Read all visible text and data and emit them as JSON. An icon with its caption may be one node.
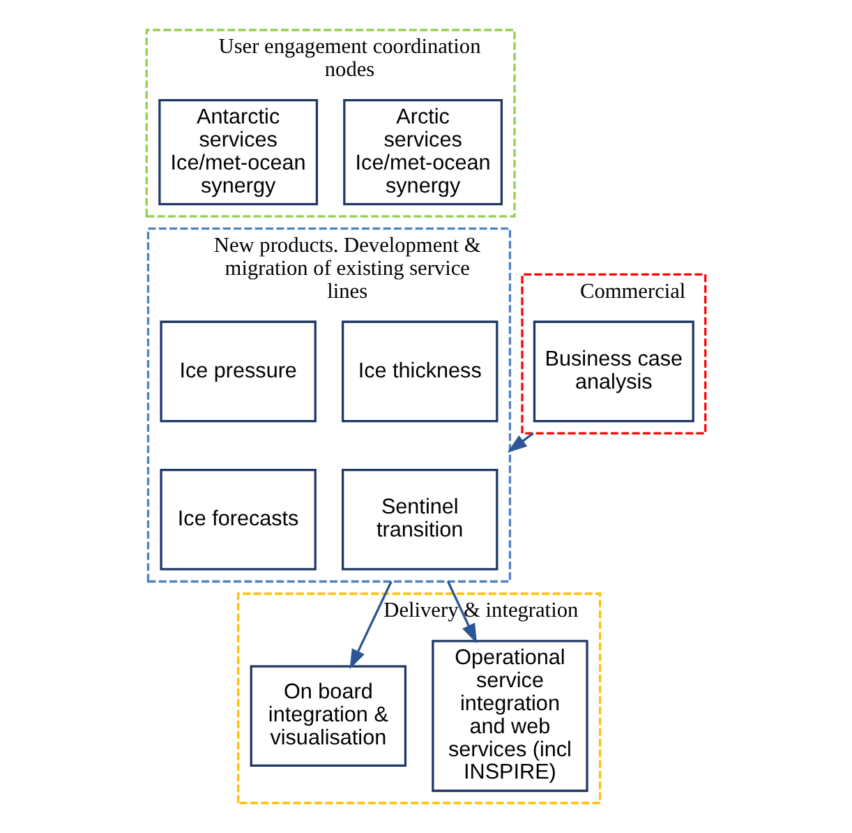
{
  "diagram": {
    "nodes": [
      {
        "text": [
          "User engagement coordination nodes"
        ]
      },
      {
        "text": [
          "Arctic services Ice/met-ocean synergy"
        ],
        "in": 0
      },
      {
        "text": [
          "Antarctic services Ice/met-ocean synergy"
        ],
        "in": 0
      },
      {
        "text": [
          "New products. Development & migration of existing service lines"
        ]
      },
      {
        "text": [
          "Ice pressure"
        ],
        "in": 3
      },
      {
        "text": [
          "Ice thickness"
        ],
        "in": 3
      },
      {
        "text": [
          "Ice forecasts"
        ],
        "in": 3
      },
      {
        "text": [
          "Sentinel transition"
        ],
        "in": 3
      },
      {
        "text": [
          "Commercial"
        ]
      },
      {
        "text": [
          "Business case analysis"
        ],
        "in": 8
      },
      {
        "text": [
          "Delivery & integration"
        ]
      },
      {
        "text": [
          "Operational service integration and web services (incl INSPIRE)"
        ],
        "in": 10
      },
      {
        "text": [
          "On board integration & visualisation"
        ],
        "in": 10
      }
    ],
    "edges": [
      {
        "from": 8,
        "to": 3,
        "arrow": "to"
      },
      {
        "from": 3,
        "to": 11,
        "arrow": "to"
      },
      {
        "from": 3,
        "to": 12,
        "arrow": "to"
      }
    ]
  }
}
